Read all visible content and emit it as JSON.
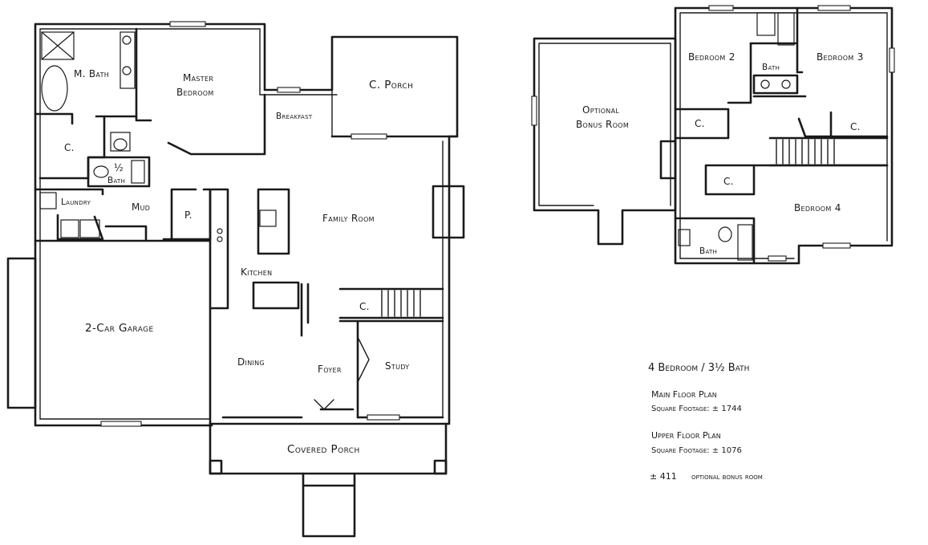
{
  "main_floor": {
    "rooms": {
      "m_bath": "M. Bath",
      "master_line1": "Master",
      "master_line2": "Bedroom",
      "closet_master": "C.",
      "half_bath_num": "½",
      "half_bath_word": "Bath",
      "laundry": "Laundry",
      "mud": "Mud",
      "pantry": "P.",
      "breakfast": "Breakfast",
      "c_porch": "C. Porch",
      "family_room": "Family Room",
      "kitchen": "Kitchen",
      "closet_stair": "C.",
      "garage": "2-Car Garage",
      "dining": "Dining",
      "foyer": "Foyer",
      "study": "Study",
      "covered_porch": "Covered Porch"
    }
  },
  "upper_floor": {
    "rooms": {
      "bonus_line1": "Optional",
      "bonus_line2": "Bonus Room",
      "bedroom2": "Bedroom 2",
      "bath_upper": "Bath",
      "bedroom3": "Bedroom 3",
      "closet_bed2": "C.",
      "closet_bed3": "C.",
      "closet_bed4": "C.",
      "bedroom4": "Bedroom 4",
      "bath_lower": "Bath"
    }
  },
  "notes": {
    "summary": "4 Bedroom / 3½ Bath",
    "main_title": "Main Floor Plan",
    "main_sqft": "Square Footage: ± 1744",
    "upper_title": "Upper Floor Plan",
    "upper_sqft": "Square Footage: ± 1076",
    "bonus_amount": "± 411",
    "bonus_label": "optional bonus room"
  }
}
